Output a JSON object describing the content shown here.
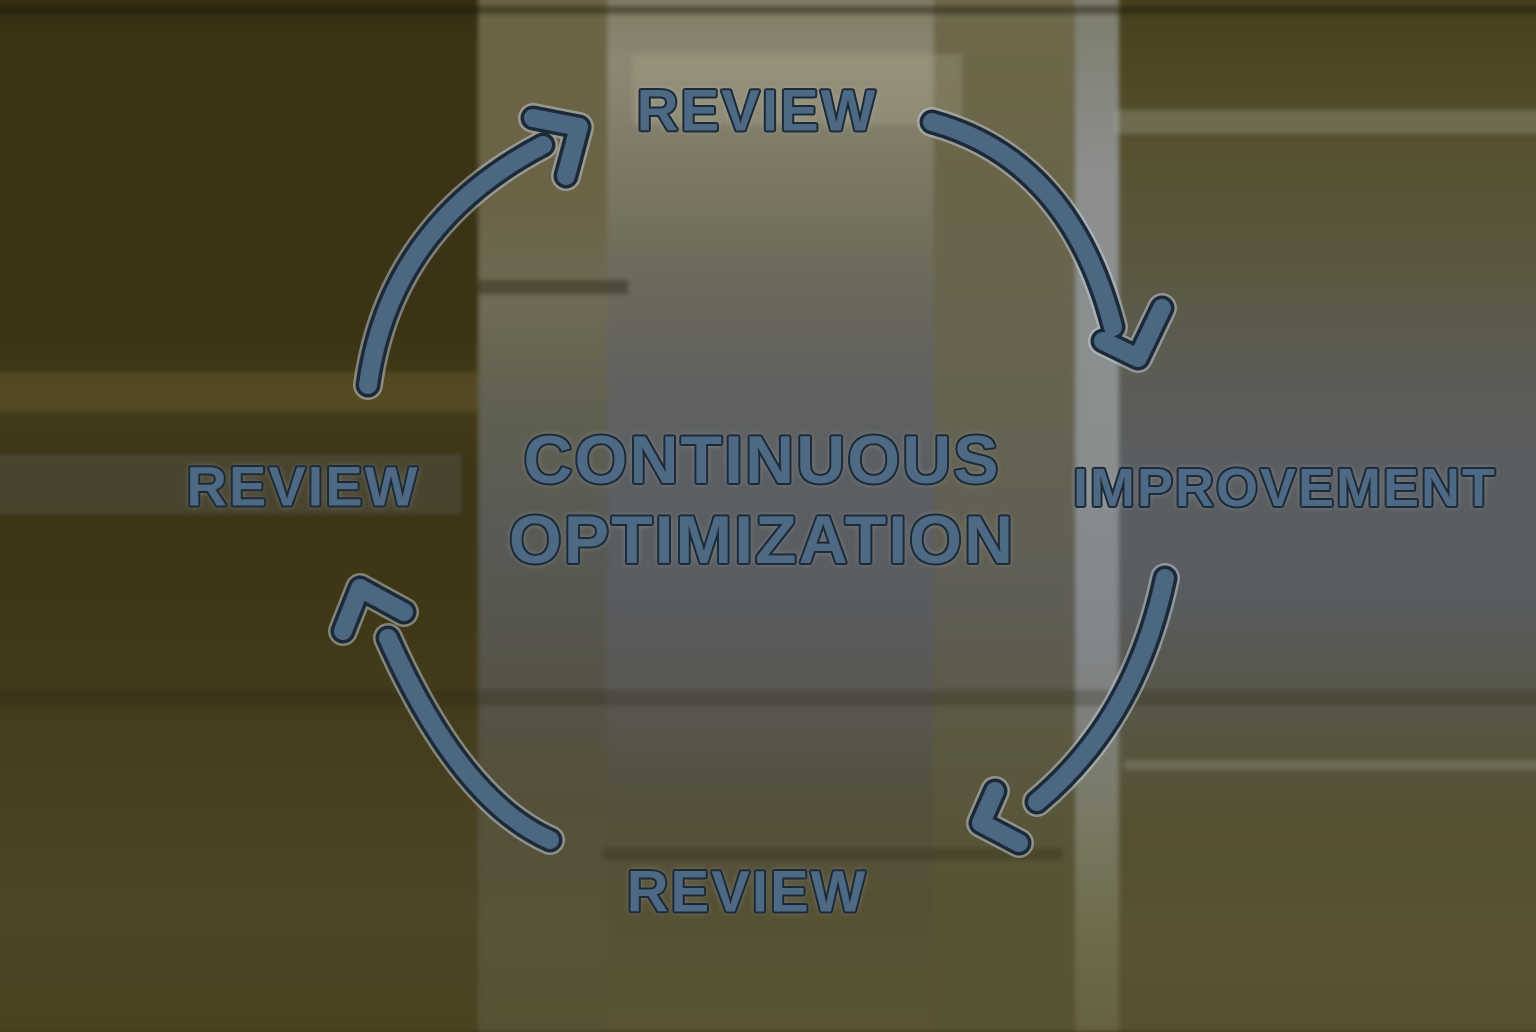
{
  "diagram": {
    "center": {
      "line1": "CONTINUOUS",
      "line2": "OPTIMIZATION"
    },
    "nodes": {
      "top": "REVIEW",
      "right": "IMPROVEMENT",
      "bottom": "REVIEW",
      "left": "REVIEW"
    }
  },
  "theme": {
    "label-fill": "#4d6983",
    "label-outline": "#1c2a38",
    "label-halo": "rgba(198,210,222,0.55)",
    "arrow-fill": "#4c6781",
    "arrow-outline": "#1c2a38",
    "arrow-halo": "rgba(198,210,222,0.5)",
    "background-olive": "#3b3315",
    "background-gray-blue": "#5b5e62",
    "background-light-stripe": "#8a8d8e"
  }
}
